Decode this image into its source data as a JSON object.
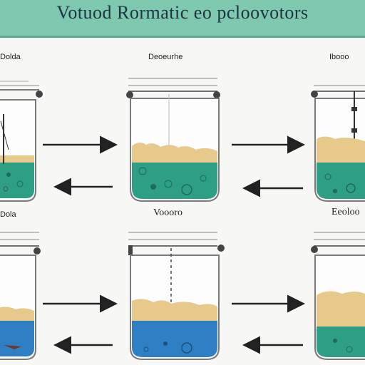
{
  "header": {
    "title": "Votuod Rormatic eo pcloovotors",
    "color": "#7fc8b0"
  },
  "labels": {
    "top_left": "Dolda",
    "top_center": "Deoeurhe",
    "top_right": "Ibooo",
    "bottom_left": "Dola",
    "bottom_center": "Voooro",
    "bottom_right": "Eeoloo"
  },
  "colors": {
    "liquid_teal": "#2e9e84",
    "liquid_blue": "#2f7fc4",
    "sediment": "#e7c98c",
    "arrow": "#222222"
  },
  "icons": [
    "arrow-right-icon",
    "arrow-left-icon",
    "beaker-icon",
    "clamp-icon"
  ]
}
